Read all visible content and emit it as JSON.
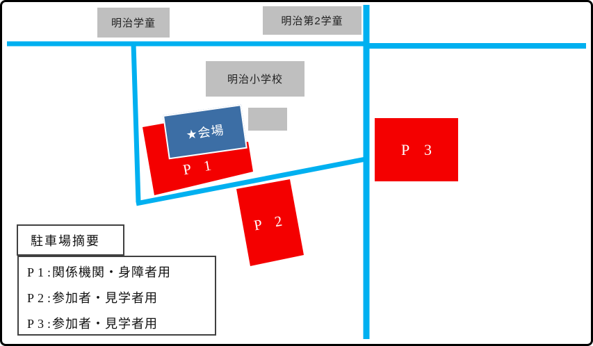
{
  "map": {
    "buildings": {
      "gakudo1": "明治学童",
      "gakudo2": "明治第2学童",
      "school": "明治小学校"
    },
    "venue": {
      "label": "★会場"
    },
    "parking": {
      "p1": {
        "label": "P 1"
      },
      "p2": {
        "label": "P 2"
      },
      "p3": {
        "label": "P 3"
      }
    }
  },
  "legend": {
    "title": "駐車場摘要",
    "separator": ":",
    "items": [
      {
        "code": "P1",
        "desc": "関係機関・身障者用"
      },
      {
        "code": "P2",
        "desc": "参加者・見学者用"
      },
      {
        "code": "P3",
        "desc": "参加者・見学者用"
      }
    ]
  },
  "colors": {
    "road": "#00B0F0",
    "parking_lot": "#F40000",
    "venue_box": "#3C6EA5",
    "building_box": "#BFBFBF",
    "legend_border": "#404040",
    "outer_border": "#000000",
    "label_text": "#FFFFFF"
  }
}
